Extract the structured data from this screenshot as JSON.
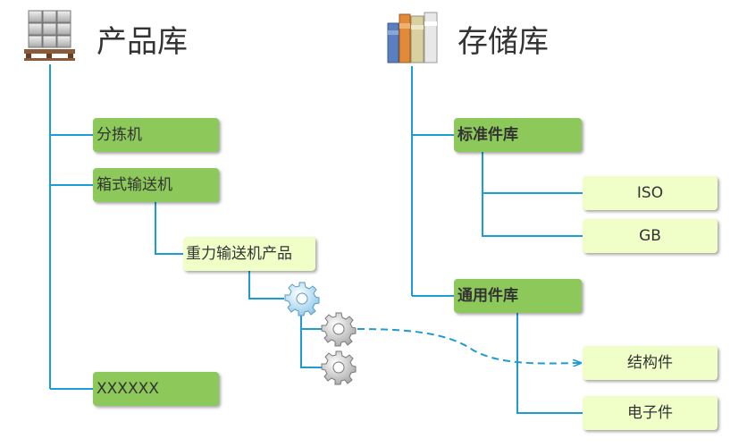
{
  "product_library": {
    "title": "产品库",
    "icon": "pallet-boxes-icon",
    "items": [
      "分拣机",
      "箱式输送机",
      "XXXXXX"
    ],
    "sub_product": "重力输送机产品",
    "gear_icons": [
      "gear-icon",
      "gear-icon",
      "gear-icon"
    ]
  },
  "storage_library": {
    "title": "存储库",
    "icon": "books-icon",
    "standard_parts": {
      "label": "标准件库",
      "children": [
        "ISO",
        "GB"
      ]
    },
    "common_parts": {
      "label": "通用件库",
      "children": [
        "结构件",
        "电子件"
      ]
    }
  },
  "colors": {
    "line": "#1e9bd2",
    "node_green": "#8cc85a",
    "node_pale": "#f0ffc8",
    "text": "#333333"
  }
}
